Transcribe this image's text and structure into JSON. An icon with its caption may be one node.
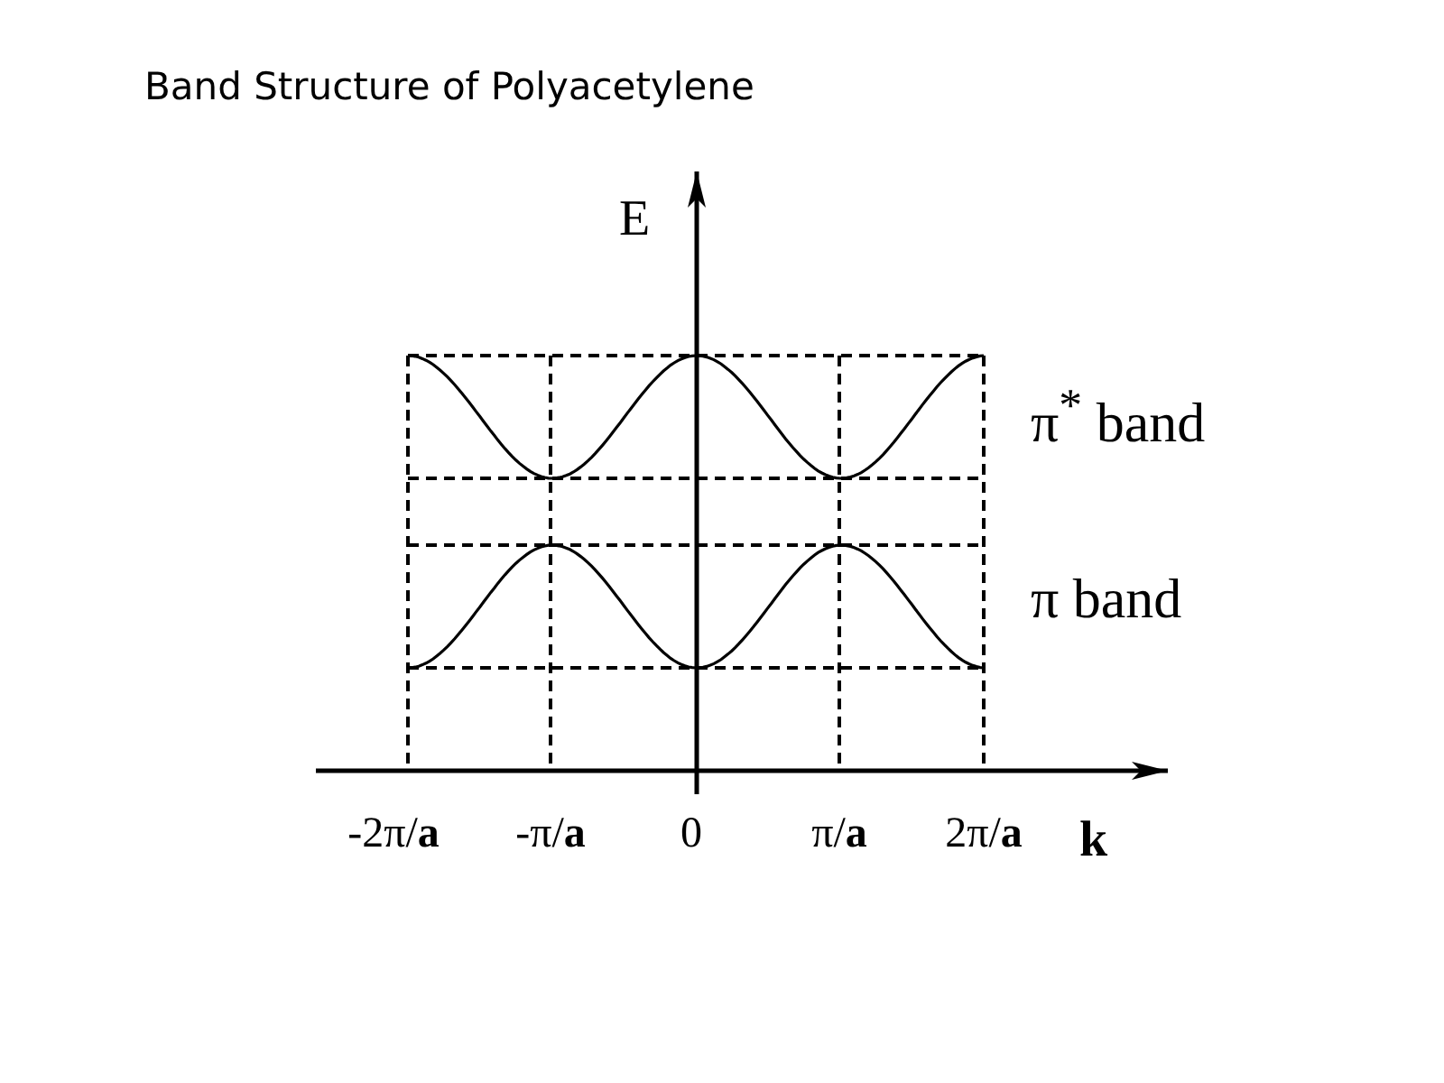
{
  "diagram": {
    "title": "Band Structure of Polyacetylene",
    "labels": [
      "E",
      "π$^{*}$ band",
      "π band",
      "-2π/**a**",
      "-π/**a**",
      "0",
      "π/**a**",
      "2π/**a**",
      "k"
    ]
  }
}
